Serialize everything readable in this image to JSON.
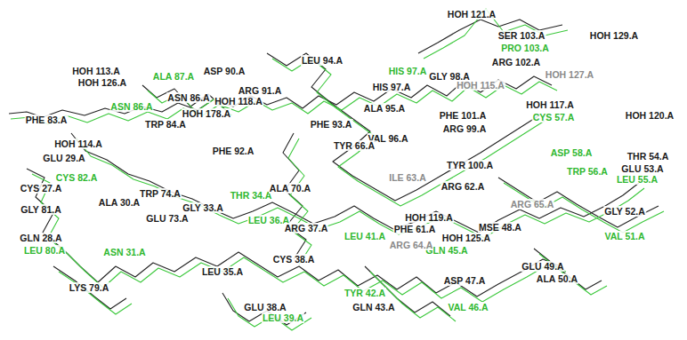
{
  "diagram": {
    "labels": [
      "HOH 121.A",
      "SER 103.A",
      "HOH 129.A",
      "PRO 103.A",
      "ARG 102.A",
      "HOH 127.A",
      "HOH 115.A",
      "HOH 113.A",
      "ALA 87.A",
      "ASP 90.A",
      "LEU 94.A",
      "HIS 97.A",
      "GLY 98.A",
      "HOH 126.A",
      "ARG 91.A",
      "HIS 97.A",
      "HOH 118.A",
      "ASN 86.A",
      "ASN 86.A",
      "ALA 95.A",
      "HOH 117.A",
      "HOH 120.A",
      "PHE 83.A",
      "TRP 84.A",
      "HOH 178.A",
      "PHE 93.A",
      "PHE 101.A",
      "CYS 57.A",
      "ARG 99.A",
      "GLU 29.A",
      "HOH 114.A",
      "VAL 96.A",
      "PHE 92.A",
      "TYR 66.A",
      "ASP 58.A",
      "THR 54.A",
      "TYR 100.A",
      "TRP 56.A",
      "GLU 53.A",
      "LEU 55.A",
      "CYS 82.A",
      "ILE 63.A",
      "ARG 62.A",
      "CYS 27.A",
      "TRP 74.A",
      "THR 34.A",
      "ALA 70.A",
      "ALA 30.A",
      "GLY 81.A",
      "GLY 33.A",
      "LEU 36.A",
      "ARG 65.A",
      "GLY 52.A",
      "ARG 37.A",
      "GLU 73.A",
      "VAL 51.A",
      "HOH 119.A",
      "MSE 48.A",
      "PHE 61.A",
      "GLN 28.A",
      "LEU 41.A",
      "HOH 125.A",
      "GLN 45.A",
      "LEU 80.A",
      "ASN 31.A",
      "LEU 35.A",
      "CYS 38.A",
      "GLU 49.A",
      "ALA 50.A",
      "ASP 47.A",
      "LYS 79.A",
      "TYR 42.A",
      "GLU 38.A",
      "LEU 39.A",
      "GLN 43.A",
      "VAL 46.A",
      "ARG 64.A"
    ]
  }
}
